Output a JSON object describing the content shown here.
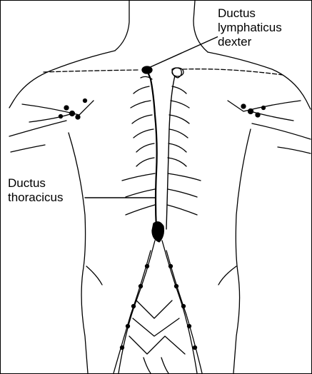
{
  "labels": {
    "ductus_lymphaticus_dexter": [
      "Ductus",
      "lymphaticus",
      "dexter"
    ],
    "ductus_thoracicus": [
      "Ductus",
      "thoracicus"
    ]
  },
  "colors": {
    "line": "#000000",
    "background": "#ffffff"
  }
}
